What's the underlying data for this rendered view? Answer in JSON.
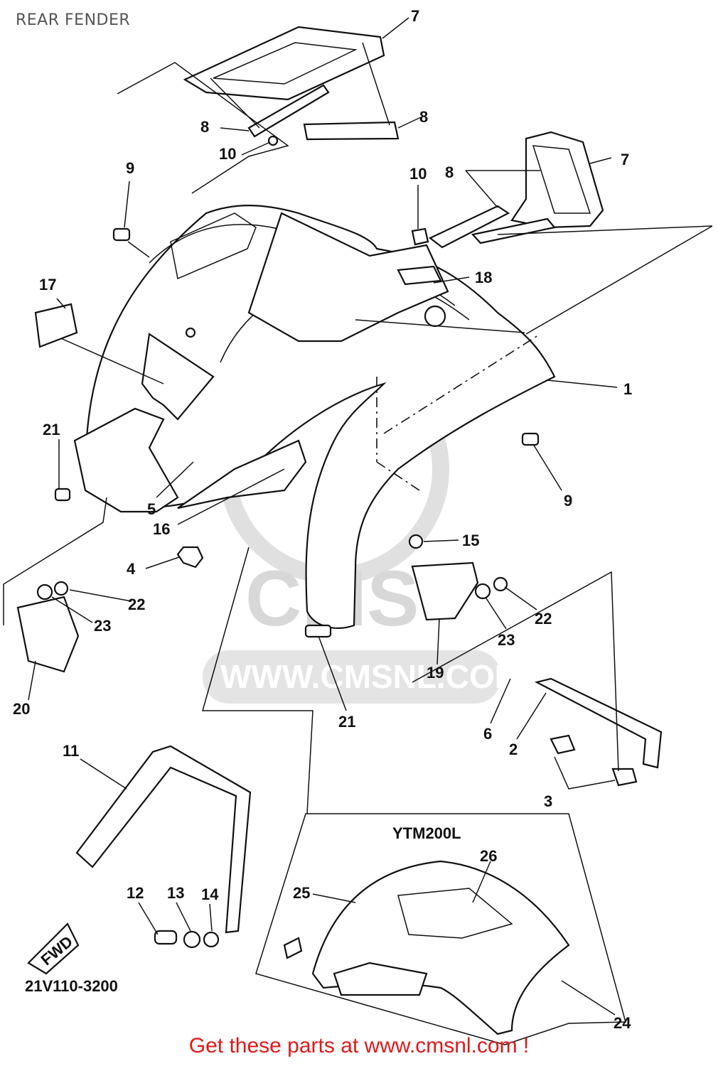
{
  "header": {
    "title": "REAR FENDER"
  },
  "diagram": {
    "part_numbers": [
      "1",
      "2",
      "3",
      "4",
      "5",
      "6",
      "7",
      "8",
      "9",
      "10",
      "11",
      "12",
      "13",
      "14",
      "15",
      "16",
      "17",
      "18",
      "19",
      "20",
      "21",
      "22",
      "23",
      "24",
      "25",
      "26"
    ],
    "variant_label": "YTM200L",
    "direction_label": "FWD",
    "drawing_code": "21V110-3200",
    "watermark_text": "WWW.CMSNL.COM",
    "watermark_logo": "CMS"
  },
  "footer": {
    "text": "Get these parts at www.cmsnl.com !"
  }
}
